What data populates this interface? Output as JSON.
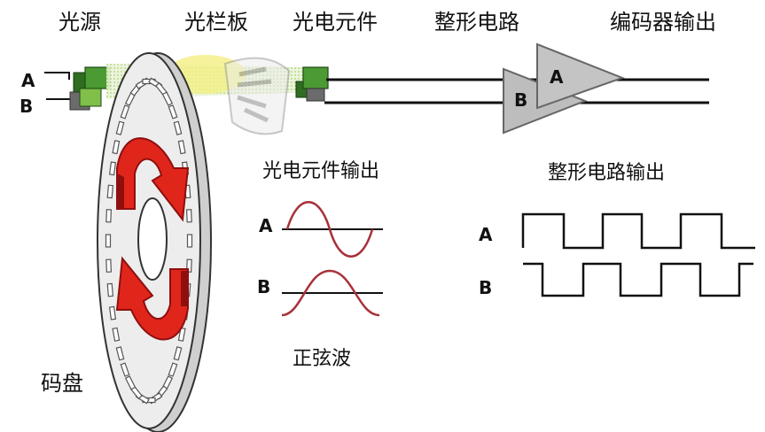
{
  "labels": {
    "light_source": "光源",
    "grating": "光栏板",
    "photo_element": "光电元件",
    "shaping_circuit": "整形电路",
    "encoder_output": "编码器输出",
    "photo_output_title": "光电元件输出",
    "shaping_output_title": "整形电路输出",
    "sine_wave": "正弦波",
    "code_disc": "码盘"
  },
  "channels": {
    "a": "A",
    "b": "B"
  },
  "colors": {
    "text": "#111111",
    "sensor_green": "#3f8a2a",
    "sensor_dark": "#1f4a14",
    "beam_yellow": "#f3f08a",
    "disc_gray": "#d9d9d9",
    "slot_stroke": "#555555",
    "arrow_red": "#e0261b",
    "arrow_dark": "#8f0f0f",
    "amp_gray": "#b5b5b5",
    "sine_red": "#a8323a",
    "wire": "#111111"
  },
  "icons": {
    "rotation": "rotation-arrows-icon",
    "amplifier": "triangle-amplifier-icon"
  }
}
